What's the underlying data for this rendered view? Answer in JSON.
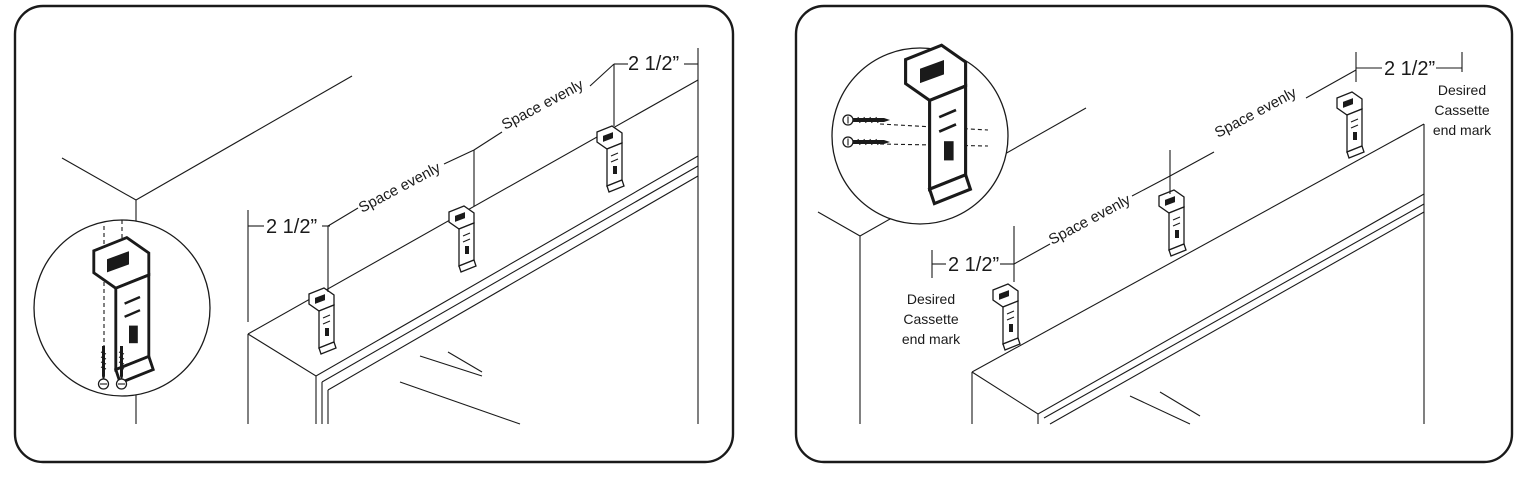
{
  "left_panel": {
    "dim_left": "2 1/2”",
    "dim_right": "2 1/2”",
    "space_label_1": "Space evenly",
    "space_label_2": "Space evenly"
  },
  "right_panel": {
    "dim_left": "2 1/2”",
    "dim_right": "2 1/2”",
    "space_label_1": "Space evenly",
    "space_label_2": "Space evenly",
    "mark_left": [
      "Desired",
      "Cassette",
      "end mark"
    ],
    "mark_right": [
      "Desired",
      "Cassette",
      "end mark"
    ]
  },
  "colors": {
    "line": "#1a1a1a",
    "background": "#ffffff"
  }
}
